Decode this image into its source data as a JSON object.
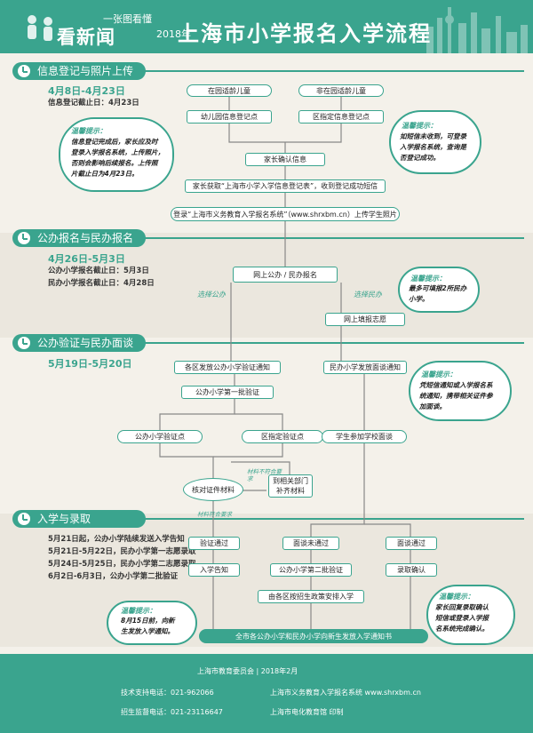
{
  "header": {
    "brand": "看新闻",
    "tagline": "一张图看懂",
    "tagline_suffix": "2018年",
    "title": "上海市小学报名入学流程"
  },
  "sections": {
    "s1": {
      "title": "信息登记与照片上传",
      "date": "4月8日-4月23日",
      "deadline": "信息登记截止日：4月23日"
    },
    "s2": {
      "title": "公办报名与民办报名",
      "date": "4月26日-5月3日",
      "deadline1": "公办小学报名截止日：5月3日",
      "deadline2": "民办小学报名截止日：4月28日"
    },
    "s3": {
      "title": "公办验证与民办面谈",
      "date": "5月19日-5月20日"
    },
    "s4": {
      "title": "入学与录取",
      "lines": [
        "5月21日起，公办小学陆续发送入学告知",
        "5月21日-5月22日，民办小学第一志愿录取",
        "5月24日-5月25日，民办小学第二志愿录取",
        "6月2日-6月3日，公办小学第二批验证"
      ]
    }
  },
  "nodes": {
    "in_kindergarten": "在园适龄儿童",
    "not_in_kindergarten": "非在园适龄儿童",
    "kindergarten_register": "幼儿园信息登记点",
    "district_register": "区指定信息登记点",
    "parent_confirm": "家长确认信息",
    "get_sms": "家长获取“上海市小学入学信息登记表”，收到登记成功短信",
    "upload_photo": "登录“上海市义务教育入学报名系统”（www.shrxbm.cn）上传学生照片",
    "online_register": "网上公办 / 民办报名",
    "choose_public": "选择公办",
    "choose_private": "选择民办",
    "fill_wish": "网上填报志愿",
    "public_notice": "各区发放公办小学验证通知",
    "public_first_verify": "公办小学第一批验证",
    "private_interview_notice": "民办小学发放面谈通知",
    "public_verify_point": "公办小学验证点",
    "district_verify_point": "区指定验证点",
    "student_interview": "学生参加学校面谈",
    "check_docs": "核对证件材料",
    "docs_incomplete": "材料不符合要求",
    "go_dept": "到相关部门\n补齐材料",
    "docs_ok": "材料符合要求",
    "verify_pass": "验证通过",
    "admission_notice": "入学告知",
    "interview_fail": "面谈未通过",
    "public_second_verify": "公办小学第二批验证",
    "district_arrange": "由各区按招生政策安排入学",
    "interview_pass": "面谈通过",
    "enroll_confirm": "录取确认",
    "final_notice": "全市各公办小学和民办小学向新生发放入学通知书"
  },
  "tips": {
    "tip1": {
      "title": "温馨提示：",
      "text": "信息登记完成后，家长应及时\n登录入学报名系统，上传照片，\n否则会影响后续报名。上传照\n片截止日为4月23日。"
    },
    "tip2": {
      "title": "温馨提示：",
      "text": "如短信未收到，可登录\n入学报名系统，查询是\n否登记成功。"
    },
    "tip3": {
      "title": "温馨提示：",
      "text": "最多可填报2所民办\n小学。"
    },
    "tip4": {
      "title": "温馨提示：",
      "text": "凭短信通知或入学报名系\n统通知，携带相关证件参\n加面谈。"
    },
    "tip5": {
      "title": "温馨提示：",
      "text": "8月15日前，向新\n生发放入学通知。"
    },
    "tip6": {
      "title": "温馨提示：",
      "text": "家长回复录取确认\n短信或登录入学报\n名系统完成确认。"
    }
  },
  "footer": {
    "org": "上海市教育委员会  |  2018年2月",
    "tech_phone": "技术支持电话：021-962066",
    "system": "上海市义务教育入学报名系统 www.shrxbm.cn",
    "supervise_phone": "招生监督电话：021-23116647",
    "printer": "上海市电化教育馆  印制"
  },
  "colors": {
    "accent": "#3aa48e",
    "background": "#f4f1ea"
  }
}
